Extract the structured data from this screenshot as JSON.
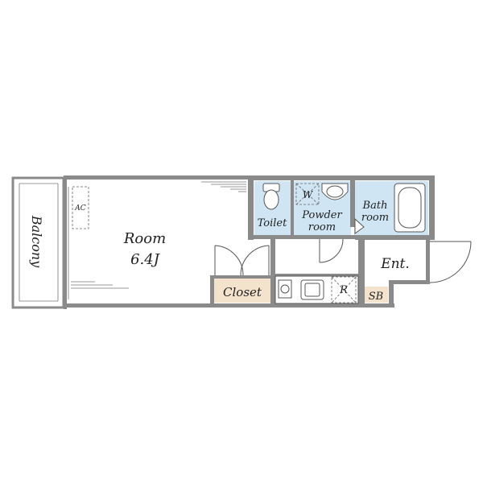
{
  "rooms": {
    "balcony": "Balcony",
    "room_name": "Room",
    "room_size": "6.4J",
    "ac": "AC",
    "closet": "Closet",
    "toilet": "Toilet",
    "washer": "W",
    "powder_1": "Powder",
    "powder_2": "room",
    "bath_1": "Bath",
    "bath_2": "room",
    "fridge": "R",
    "entrance": "Ent.",
    "shoe_box": "SB"
  },
  "colors": {
    "wet_area": "#cfe5f3",
    "storage": "#f4e3cc",
    "wall": "#8a8a8a"
  }
}
